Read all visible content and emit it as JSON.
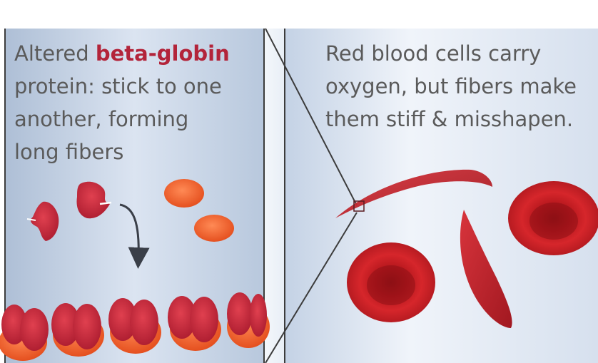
{
  "left_panel": {
    "caption_lines": [
      {
        "before": "Altered ",
        "highlight": "beta-globin",
        "after": ""
      },
      {
        "before": "protein: stick to one",
        "highlight": "",
        "after": ""
      },
      {
        "before": "another, forming",
        "highlight": "",
        "after": ""
      },
      {
        "before": "long fibers",
        "highlight": "",
        "after": ""
      }
    ]
  },
  "right_panel": {
    "caption_lines": [
      "Red blood cells carry",
      "oxygen, but fibers make",
      "them stiff & misshapen."
    ]
  },
  "colors": {
    "panel_bg_top": "#aebfd6",
    "panel_bg_mid": "#e9eff8",
    "border": "#3c3c3c",
    "text": "#5a5a5a",
    "highlight": "#b3243a",
    "protein_red": "#c8283f",
    "protein_orange": "#f2662f",
    "cell_red": "#c91e24",
    "cell_dark": "#8c0f14",
    "sickle_red": "#b8202b"
  }
}
